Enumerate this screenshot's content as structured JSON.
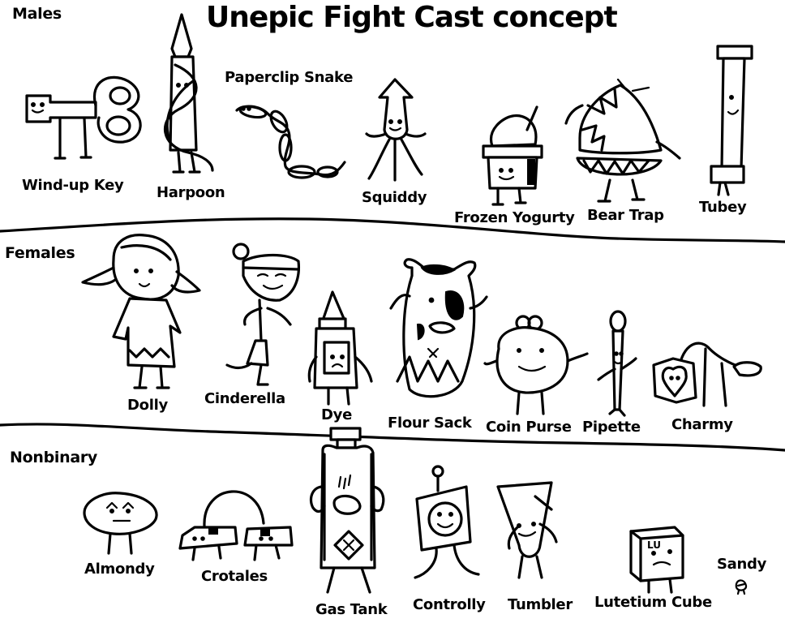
{
  "title": "Unepic Fight Cast concept",
  "sections": {
    "males": "Males",
    "females": "Females",
    "nonbinary": "Nonbinary"
  },
  "characters": {
    "males": [
      "Wind-up Key",
      "Harpoon",
      "Paperclip Snake",
      "Squiddy",
      "Frozen Yogurty",
      "Bear Trap",
      "Tubey"
    ],
    "females": [
      "Dolly",
      "Cinderella",
      "Dye",
      "Flour Sack",
      "Coin Purse",
      "Pipette",
      "Charmy"
    ],
    "nonbinary": [
      "Almondy",
      "Crotales",
      "Gas Tank",
      "Controlly",
      "Tumbler",
      "Lutetium Cube",
      "Sandy"
    ]
  },
  "drawn_text": {
    "lutetium_label": "LU"
  }
}
